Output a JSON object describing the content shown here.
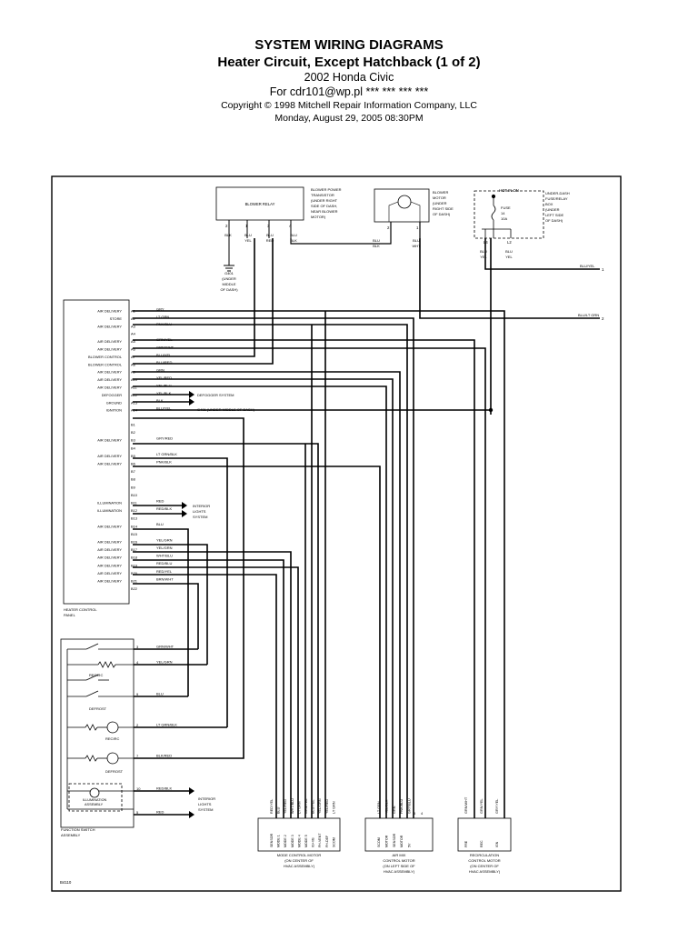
{
  "header": {
    "title": "SYSTEM WIRING DIAGRAMS",
    "subtitle": "Heater Circuit, Except Hatchback (1 of 2)",
    "model": "2002 Honda Civic",
    "for_line": "For cdr101@wp.pl *** *** *** ***",
    "copyright": "Copyright © 1998 Mitchell Repair Information Company, LLC",
    "date": "Monday, August 29, 2005  08:30PM"
  },
  "diagram": {
    "fig_number": "B4110",
    "panel_label": [
      "HEATER CONTROL",
      "PANEL"
    ],
    "switch_assembly_label": [
      "FUNCTION SWITCH",
      "ASSEMBLY"
    ],
    "blower_relay": {
      "name": "BLOWER RELAY",
      "note": [
        "BLOWER POWER",
        "TRANSISTOR",
        "(UNDER RIGHT",
        "SIDE OF DASH,",
        "NEAR BLOWER",
        "MOTOR)"
      ],
      "pins": [
        "2",
        "1",
        "3",
        "4"
      ],
      "wires": [
        "BLK",
        "BLU/YEL",
        "BLU/RED",
        "BLU/BLK"
      ]
    },
    "ground": [
      "G401",
      "(UNDER",
      "MIDDLE",
      "OF DASH)"
    ],
    "blower_motor": {
      "label": [
        "BLOWER",
        "MOTOR",
        "(UNDER",
        "RIGHT SIDE",
        "OF DASH)"
      ],
      "pins": [
        "2",
        "1"
      ],
      "wires": [
        "BLU/BLK",
        "BLU/WHT"
      ]
    },
    "fuse_box": {
      "header": "HOT IN ON",
      "label": [
        "UNDER-DASH",
        "FUSE/RELAY",
        "BOX",
        "(UNDER",
        "LEFT SIDE",
        "OF DASH)"
      ],
      "fuse": [
        "FUSE",
        "14",
        "10A"
      ],
      "pins": [
        "L4",
        "L2"
      ],
      "wires": [
        "BLU/YEL",
        "BLU/YEL"
      ]
    },
    "offpage": [
      {
        "wire": "BLU/YEL",
        "num": "1"
      },
      {
        "wire": "BLU/LT GRN",
        "num": "2"
      }
    ],
    "panel_rows": [
      {
        "pin": "A1",
        "func": "AIR DELIVERY",
        "wire": "GRY"
      },
      {
        "pin": "A2",
        "func": "STORE",
        "wire": "LT GRN"
      },
      {
        "pin": "A3",
        "func": "AIR DELIVERY",
        "wire": "PNK/BLU"
      },
      {
        "pin": "A4",
        "func": "",
        "wire": ""
      },
      {
        "pin": "A5",
        "func": "AIR DELIVERY",
        "wire": "GRN/YEL"
      },
      {
        "pin": "A6",
        "func": "AIR DELIVERY",
        "wire": "GRN/WHT"
      },
      {
        "pin": "A7",
        "func": "BLOWER CONTROL",
        "wire": "BLU/YEL"
      },
      {
        "pin": "A8",
        "func": "BLOWER CONTROL",
        "wire": "BLU/RED"
      },
      {
        "pin": "A9",
        "func": "AIR DELIVERY",
        "wire": "GRN"
      },
      {
        "pin": "A10",
        "func": "AIR DELIVERY",
        "wire": "YEL/RED"
      },
      {
        "pin": "A11",
        "func": "AIR DELIVERY",
        "wire": "YEL/BLU"
      },
      {
        "pin": "A12",
        "func": "DEFOGGER",
        "wire": "YEL/BLK"
      },
      {
        "pin": "A13",
        "func": "GROUND",
        "wire": "BLK"
      },
      {
        "pin": "A14",
        "func": "IGNITION",
        "wire": "BLU/YEL"
      },
      {
        "pin": "B1",
        "func": "",
        "wire": ""
      },
      {
        "pin": "B2",
        "func": "",
        "wire": ""
      },
      {
        "pin": "B3",
        "func": "AIR DELIVERY",
        "wire": "GRY/RED"
      },
      {
        "pin": "B4",
        "func": "",
        "wire": ""
      },
      {
        "pin": "B5",
        "func": "AIR DELIVERY",
        "wire": "LT GRN/BLK"
      },
      {
        "pin": "B6",
        "func": "AIR DELIVERY",
        "wire": "PNK/BLK"
      },
      {
        "pin": "B7",
        "func": "",
        "wire": ""
      },
      {
        "pin": "B8",
        "func": "",
        "wire": ""
      },
      {
        "pin": "B9",
        "func": "",
        "wire": ""
      },
      {
        "pin": "B10",
        "func": "",
        "wire": ""
      },
      {
        "pin": "B11",
        "func": "ILLUMINATION",
        "wire": "RED"
      },
      {
        "pin": "B12",
        "func": "ILLUMINATION",
        "wire": "RED/BLK"
      },
      {
        "pin": "B13",
        "func": "",
        "wire": ""
      },
      {
        "pin": "B14",
        "func": "AIR DELIVERY",
        "wire": "BLU"
      },
      {
        "pin": "B15",
        "func": "",
        "wire": ""
      },
      {
        "pin": "B16",
        "func": "AIR DELIVERY",
        "wire": "YEL/GRN"
      },
      {
        "pin": "B17",
        "func": "AIR DELIVERY",
        "wire": "YEL/GRN"
      },
      {
        "pin": "B18",
        "func": "AIR DELIVERY",
        "wire": "WHT/BLU"
      },
      {
        "pin": "B19",
        "func": "AIR DELIVERY",
        "wire": "RED/BLU"
      },
      {
        "pin": "B20",
        "func": "AIR DELIVERY",
        "wire": "RED/YEL"
      },
      {
        "pin": "B21",
        "func": "AIR DELIVERY",
        "wire": "BRN/WHT"
      },
      {
        "pin": "B22",
        "func": "",
        "wire": ""
      }
    ],
    "row_notes": [
      {
        "text": [
          "DEFOGGER SYSTEM"
        ]
      },
      {
        "text": [
          "G401",
          "(UNDER MIDDLE OF DASH)"
        ]
      },
      {
        "text": [
          "INTERIOR",
          "LIGHTS",
          "SYSTEM"
        ]
      }
    ],
    "switch_rows": [
      {
        "pin": "3",
        "wire": "GRN/WHT"
      },
      {
        "pin": "4",
        "wire": "YEL/GRN"
      },
      {
        "pin": "9",
        "wire": "BLU"
      },
      {
        "pin": "2",
        "wire": "LT GRN/BLK"
      },
      {
        "pin": "7",
        "wire": "BLK/RED"
      },
      {
        "pin": "10",
        "wire": "RED/BLK"
      },
      {
        "pin": "5",
        "wire": "RED"
      }
    ],
    "switch_labels": [
      "RECIRC",
      "DEFROST",
      "RECIRC",
      "DEFROST",
      "ILLUMINATION",
      "ASSEMBLY"
    ],
    "interior_note": [
      "INTERIOR",
      "LIGHTS",
      "SYSTEM"
    ],
    "mode_motor": {
      "label": [
        "MODE CONTROL MOTOR",
        "(ON CENTER OF",
        "HVAC ASSEMBLY)"
      ],
      "wires": [
        "RED/YEL",
        "BLU",
        "YEL/RED",
        "WHT/BLU",
        "LT GRN",
        "GRN/YEL",
        "BLU/YEL",
        "YEL/GRN",
        "YEL/RED",
        "LT GRN"
      ],
      "pins": [
        "SENSOR",
        "MODE 1",
        "MODE 2",
        "MODE 3",
        "MODE 4",
        "MODE 5",
        "IG+VB",
        "FH-VENT",
        "FH-DEF",
        "SCOM"
      ]
    },
    "airmix_motor": {
      "label": [
        "AIR MIX",
        "CONTROL MOTOR",
        "(ON LEFT SIDE OF",
        "HVAC ASSEMBLY)"
      ],
      "wires": [
        "LT GRN",
        "YEL/BLK",
        "GRN",
        "PNK/BLU",
        "GRY/BLU"
      ],
      "pins": [
        "SCOM",
        "MOTOR",
        "SENSOR",
        "MOTOR",
        "5V"
      ],
      "extra_pins": [
        "5",
        "4"
      ]
    },
    "recirc_motor": {
      "label": [
        "RECIRCULATION",
        "CONTROL MOTOR",
        "(ON CENTER OF",
        "HVAC ASSEMBLY)"
      ],
      "wires": [
        "GRN/WHT",
        "GRN/YEL",
        "GRY/YEL"
      ],
      "pins": [
        "FRE",
        "REC",
        "IGN"
      ]
    }
  }
}
